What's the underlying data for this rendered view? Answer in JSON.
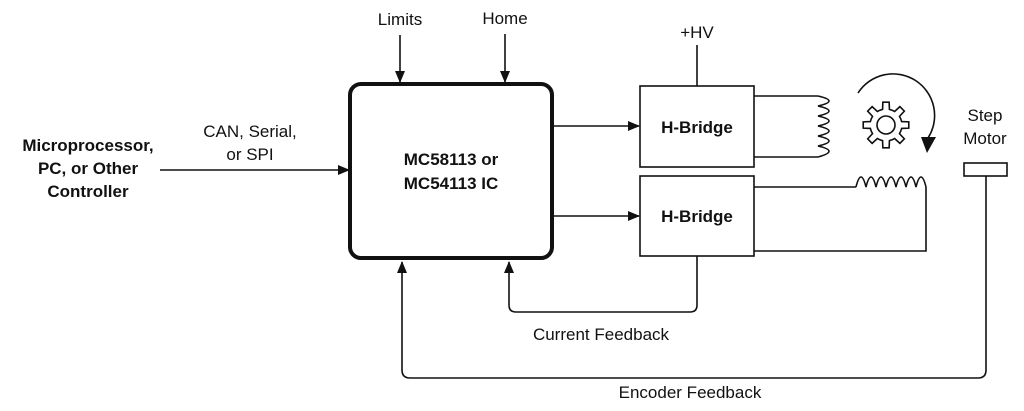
{
  "controller": {
    "line1": "Microprocessor,",
    "line2": "PC, or Other",
    "line3": "Controller"
  },
  "interface": {
    "line1": "CAN, Serial,",
    "line2": "or SPI"
  },
  "inputs": {
    "limits": "Limits",
    "home": "Home"
  },
  "chip": {
    "line1": "MC58113 or",
    "line2": "MC54113 IC"
  },
  "supply": "+HV",
  "bridge_top": "H-Bridge",
  "bridge_bottom": "H-Bridge",
  "motor": {
    "line1": "Step",
    "line2": "Motor"
  },
  "feedback": {
    "current": "Current Feedback",
    "encoder": "Encoder Feedback"
  },
  "icons": [
    "gear-icon",
    "rotation-arrow-icon",
    "coil-icon"
  ],
  "colors": {
    "stroke": "#111111",
    "background": "#ffffff"
  }
}
